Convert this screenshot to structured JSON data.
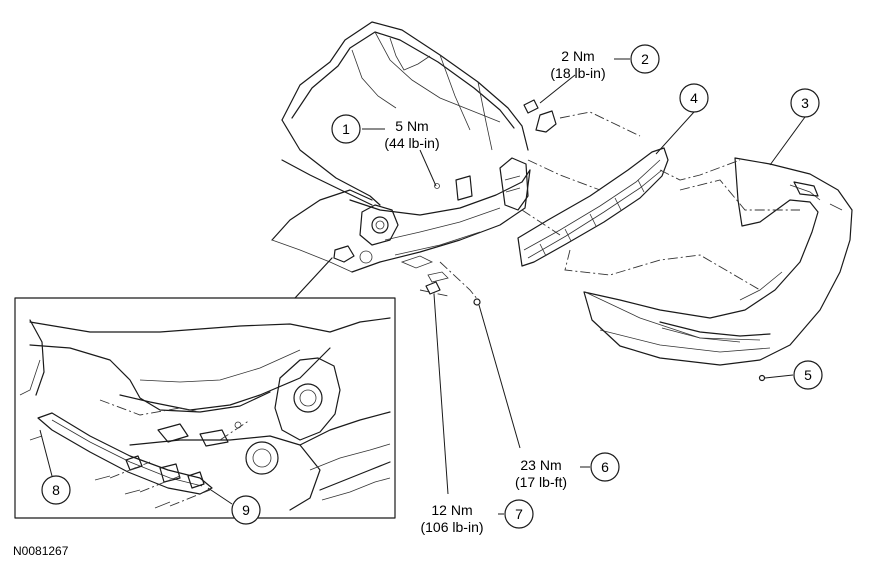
{
  "figure_id": "N0081267",
  "callouts": [
    {
      "num": "1",
      "torque_nm": "5 Nm",
      "torque_imp": "(44 lb-in)"
    },
    {
      "num": "2",
      "torque_nm": "2 Nm",
      "torque_imp": "(18 lb-in)"
    },
    {
      "num": "3"
    },
    {
      "num": "4"
    },
    {
      "num": "5"
    },
    {
      "num": "6",
      "torque_nm": "23 Nm",
      "torque_imp": "(17 lb-ft)"
    },
    {
      "num": "7",
      "torque_nm": "12 Nm",
      "torque_imp": "(106 lb-in)"
    },
    {
      "num": "8"
    },
    {
      "num": "9"
    }
  ]
}
